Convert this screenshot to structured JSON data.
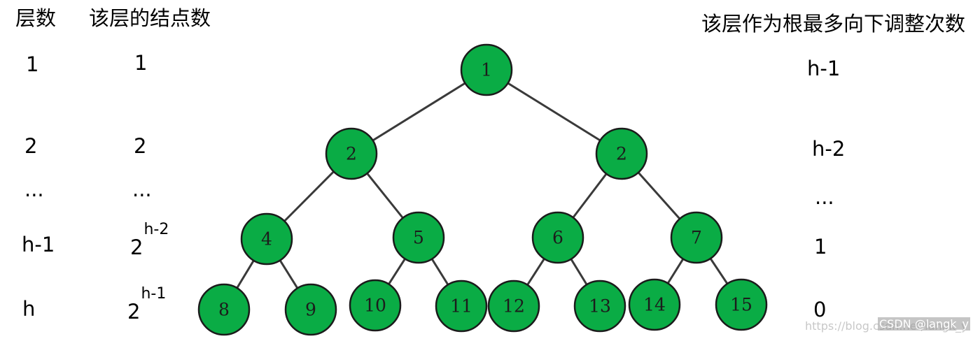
{
  "headers": {
    "level": "层数",
    "nodes": "该层的结点数",
    "moves": "该层作为根最多向下调整次数"
  },
  "rows": [
    {
      "level": "1",
      "nodes_base": "1",
      "nodes_exp": "",
      "moves": "h-1"
    },
    {
      "level": "2",
      "nodes_base": "2",
      "nodes_exp": "",
      "moves": "h-2"
    },
    {
      "level": "...",
      "nodes_base": "...",
      "nodes_exp": "",
      "moves": "..."
    },
    {
      "level": "h-1",
      "nodes_base": "2",
      "nodes_exp": "h-2",
      "moves": "1"
    },
    {
      "level": "h",
      "nodes_base": "2",
      "nodes_exp": "h-1",
      "moves": "0"
    }
  ],
  "tree": {
    "node_color": "#0aac45",
    "nodes": [
      {
        "id": "n1",
        "label": "1",
        "parent": null
      },
      {
        "id": "n2a",
        "label": "2",
        "parent": "n1"
      },
      {
        "id": "n2b",
        "label": "2",
        "parent": "n1"
      },
      {
        "id": "n4",
        "label": "4",
        "parent": "n2a"
      },
      {
        "id": "n5",
        "label": "5",
        "parent": "n2a"
      },
      {
        "id": "n6",
        "label": "6",
        "parent": "n2b"
      },
      {
        "id": "n7",
        "label": "7",
        "parent": "n2b"
      },
      {
        "id": "n8",
        "label": "8",
        "parent": "n4"
      },
      {
        "id": "n9",
        "label": "9",
        "parent": "n4"
      },
      {
        "id": "n10",
        "label": "10",
        "parent": "n5"
      },
      {
        "id": "n11",
        "label": "11",
        "parent": "n5"
      },
      {
        "id": "n12",
        "label": "12",
        "parent": "n6"
      },
      {
        "id": "n13",
        "label": "13",
        "parent": "n6"
      },
      {
        "id": "n14",
        "label": "14",
        "parent": "n7"
      },
      {
        "id": "n15",
        "label": "15",
        "parent": "n7"
      }
    ]
  },
  "watermark": {
    "url": "https://blog.csdn.net/langk_y",
    "brand": "CSDN @langk_y"
  }
}
